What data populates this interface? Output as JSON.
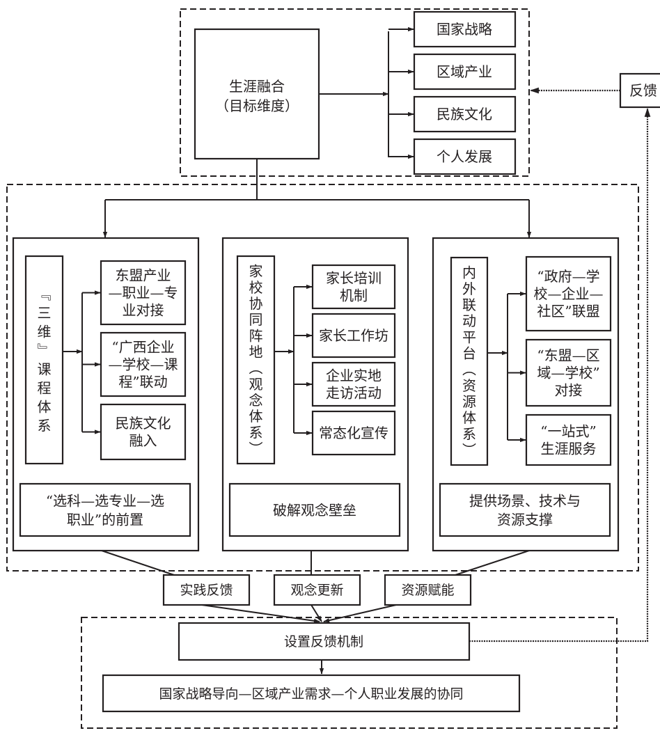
{
  "top": {
    "core": [
      "生涯融合",
      "（目标维度）"
    ],
    "targets": [
      "国家战略",
      "区域产业",
      "民族文化",
      "个人发展"
    ],
    "feedback_label": "反馈"
  },
  "panels": [
    {
      "id": "curriculum",
      "vertical_title": "『三维』课程体系",
      "items": [
        [
          "东盟产业",
          "—职业—专",
          "业对接"
        ],
        [
          "“广西企业",
          "—学校—课",
          "程”联动"
        ],
        [
          "民族文化",
          "融入"
        ]
      ],
      "outcome": [
        "“选科—选专业—选",
        "职业”的前置"
      ],
      "output_label": "实践反馈"
    },
    {
      "id": "home-school",
      "vertical_title": "家校协同阵地（观念体系）",
      "items": [
        [
          "家长培训",
          "机制"
        ],
        [
          "家长工作坊"
        ],
        [
          "企业实地",
          "走访活动"
        ],
        [
          "常态化宣传"
        ]
      ],
      "outcome": [
        "破解观念壁垒"
      ],
      "output_label": "观念更新"
    },
    {
      "id": "platform",
      "vertical_title": "内外联动平台（资源体系）",
      "items": [
        [
          "“政府—学",
          "校—企业—",
          "社区”联盟"
        ],
        [
          "“东盟—区",
          "域—学校”",
          "对接"
        ],
        [
          "“一站式”",
          "生涯服务"
        ]
      ],
      "outcome": [
        "提供场景、技术与",
        "资源支撑"
      ],
      "output_label": "资源赋能"
    }
  ],
  "bottom": {
    "mechanism": "设置反馈机制",
    "goal": "国家战略导向—区域产业需求—个人职业发展的协同"
  }
}
